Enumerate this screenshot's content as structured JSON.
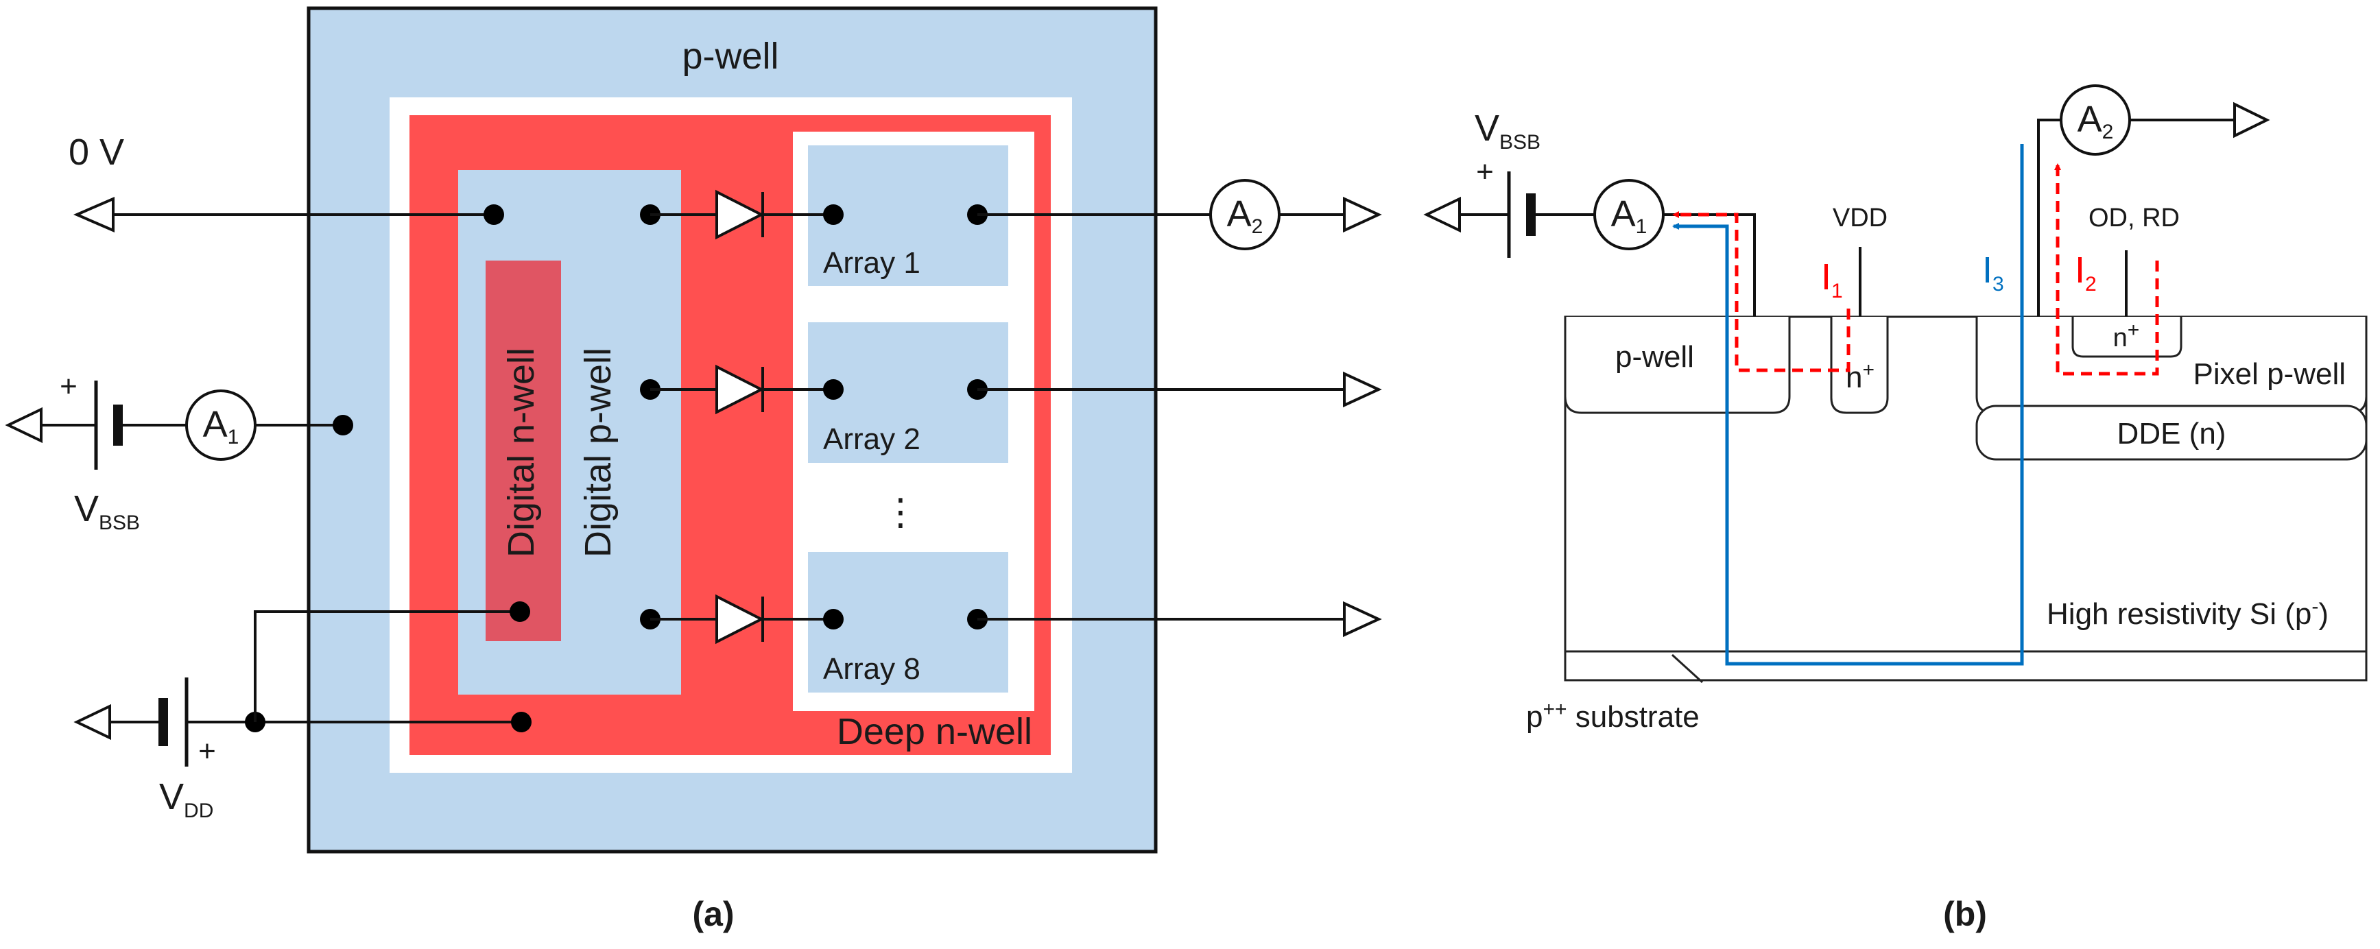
{
  "panel_a": {
    "caption": "(a)",
    "p_well": "p-well",
    "deep_n_well": "Deep n-well",
    "digital_n_well": "Digital n-well",
    "digital_p_well": "Digital p-well",
    "arrays": [
      "Array 1",
      "Array 2",
      "Array 8"
    ],
    "ellipsis": "⋮",
    "zero_v": "0 V",
    "vbsb": {
      "main": "V",
      "sub": "BSB"
    },
    "vdd": {
      "main": "V",
      "sub": "DD"
    },
    "ammeter_1": {
      "main": "A",
      "sub": "1"
    },
    "ammeter_2": {
      "main": "A",
      "sub": "2"
    },
    "plus": "+"
  },
  "panel_b": {
    "caption": "(b)",
    "vbsb": {
      "main": "V",
      "sub": "BSB"
    },
    "ammeter_1": {
      "main": "A",
      "sub": "1"
    },
    "ammeter_2": {
      "main": "A",
      "sub": "2"
    },
    "plus": "+",
    "vdd": "VDD",
    "od_rd": "OD, RD",
    "i1": {
      "main": "I",
      "sub": "1"
    },
    "i2": {
      "main": "I",
      "sub": "2"
    },
    "i3": {
      "main": "I",
      "sub": "3"
    },
    "p_well": "p-well",
    "n_plus": {
      "main": "n",
      "sup": "+"
    },
    "n_plus_pixel": {
      "main": "n",
      "sup": "+"
    },
    "pixel_p_well": "Pixel p-well",
    "dde": "DDE (n)",
    "high_res": {
      "main": "High resistivity Si (p",
      "sup": "-",
      "end": ")"
    },
    "substrate": {
      "main": "p",
      "sup": "++",
      "end": " substrate"
    }
  },
  "colors": {
    "p_well_blue": "#bdd7ee",
    "deep_n_well_red": "#ff5050",
    "digital_n_well": "#e05563",
    "current_red": "#ff0000",
    "current_blue": "#0070c0"
  }
}
